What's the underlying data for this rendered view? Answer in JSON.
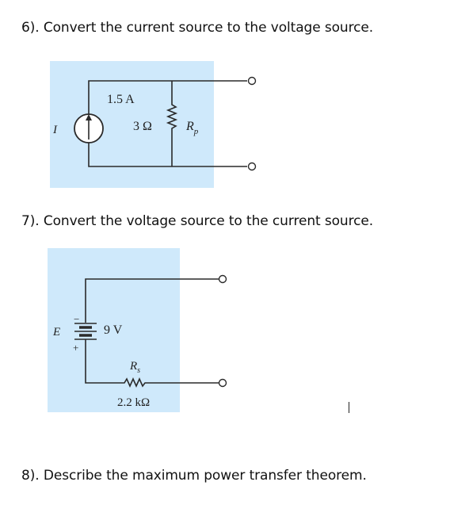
{
  "questions": {
    "q6": "6). Convert the current source to the voltage source.",
    "q7": "7). Convert the voltage source to the current source.",
    "q8": "8). Describe the maximum power transfer theorem."
  },
  "circuit1": {
    "source_symbol": "I",
    "source_value": "1.5 A",
    "resistor_value": "3 Ω",
    "resistor_name": "R",
    "resistor_sub": "p"
  },
  "circuit2": {
    "source_symbol": "E",
    "battery_minus": "−",
    "battery_plus": "+",
    "source_value": "9 V",
    "resistor_name": "R",
    "resistor_sub": "s",
    "resistor_value": "2.2 kΩ"
  },
  "colors": {
    "figure_bg": "#cfe9fb",
    "wire": "#2a2a2a"
  }
}
